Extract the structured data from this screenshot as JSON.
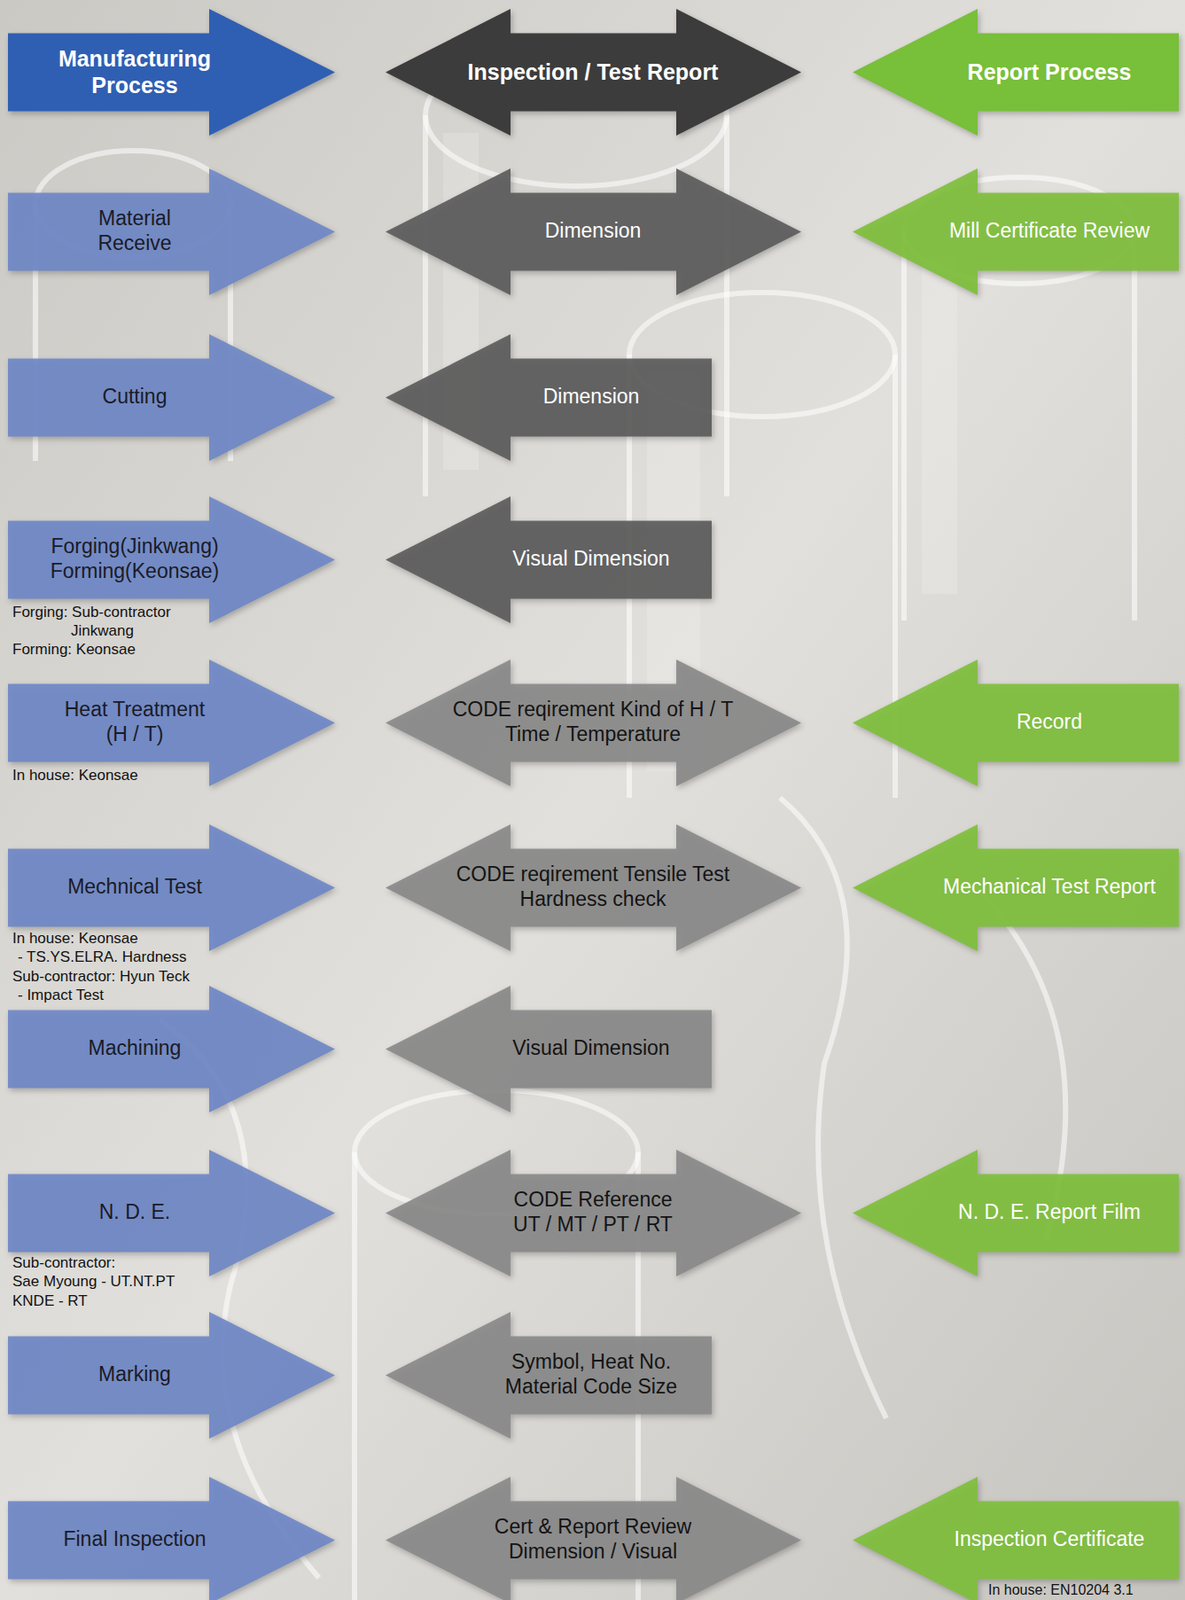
{
  "diagram": {
    "nodes": [
      {
        "text": [
          "Manufacturing Process"
        ]
      },
      {
        "text": [
          "Inspection / Test Report"
        ]
      },
      {
        "text": [
          "Report Process"
        ]
      },
      {
        "text": [
          "Material Receive"
        ]
      },
      {
        "text": [
          "Dimension"
        ]
      },
      {
        "text": [
          "Mill Certificate Review"
        ]
      },
      {
        "text": [
          "Cutting"
        ]
      },
      {
        "text": [
          "Dimension"
        ]
      },
      {
        "text": [
          "Forging(Jinkwang) Forming(Keonsae)"
        ]
      },
      {
        "text": [
          "Visual Dimension"
        ]
      },
      {
        "text": [
          "Heat Treatment (H / T)"
        ]
      },
      {
        "text": [
          "CODE reqirement Kind of H / T Time / Temperature"
        ]
      },
      {
        "text": [
          "Record"
        ]
      },
      {
        "text": [
          "Mechnical Test"
        ]
      },
      {
        "text": [
          "CODE reqirement Tensile Test Hardness check"
        ]
      },
      {
        "text": [
          "Mechanical Test Report"
        ]
      },
      {
        "text": [
          "Machining"
        ]
      },
      {
        "text": [
          "Visual Dimension"
        ]
      },
      {
        "text": [
          "N. D. E."
        ]
      },
      {
        "text": [
          "CODE Reference UT / MT / PT / RT"
        ]
      },
      {
        "text": [
          "N. D. E. Report Film"
        ]
      },
      {
        "text": [
          "Marking"
        ]
      },
      {
        "text": [
          "Symbol, Heat No. Material Code Size"
        ]
      },
      {
        "text": [
          "Final Inspection"
        ]
      },
      {
        "text": [
          "Cert & Report Review Dimension / Visual"
        ]
      },
      {
        "text": [
          "Inspection Certificate"
        ]
      }
    ],
    "labels": [
      "Forging: Sub-contractor Jinkwang",
      "Forming: Keonsae",
      "In house: Keonsae",
      "In house: Keonsae",
      "- TS.YS.ELRA. Hardness",
      "Sub-contractor: Hyun Teck",
      "- Impact Test",
      "Sub-contractor:",
      "Sae Myoung - UT.NT.PT",
      "KNDE - RT",
      "In house: EN10204 3.1"
    ]
  }
}
